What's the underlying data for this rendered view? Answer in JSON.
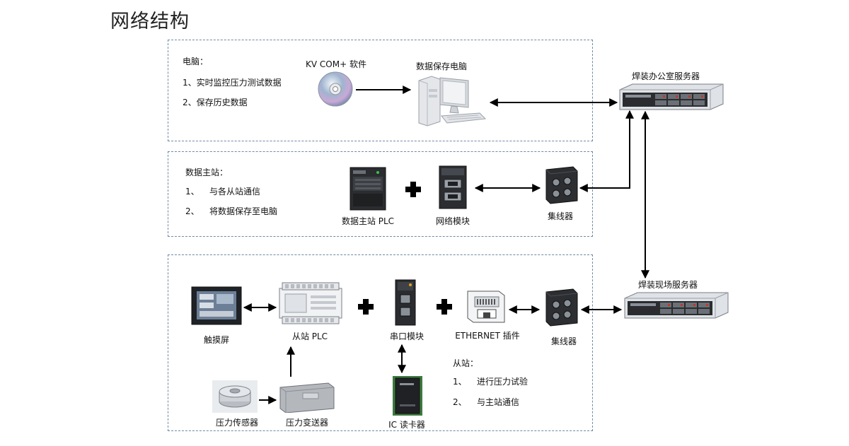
{
  "title": "网络结构",
  "top_box": {
    "heading": "电脑：",
    "items": [
      "1、实时监控压力测试数据",
      "2、保存历史数据"
    ],
    "software_label": "KV COM+ 软件",
    "pc_label": "数据保存电脑"
  },
  "middle_box": {
    "heading": "数据主站：",
    "items": [
      {
        "num": "1、",
        "text": "与各从站通信"
      },
      {
        "num": "2、",
        "text": "将数据保存至电脑"
      }
    ],
    "plc_label": "数据主站 PLC",
    "network_module_label": "网络模块",
    "hub_label": "集线器"
  },
  "bottom_box": {
    "touch_label": "触摸屏",
    "plc_label": "从站 PLC",
    "serial_label": "串口模块",
    "ethernet_label": "ETHERNET 插件",
    "hub_label": "集线器",
    "sensor_label": "压力传感器",
    "transmitter_label": "压力变送器",
    "ic_label": "IC 读卡器",
    "slave_heading": "从站：",
    "slave_items": [
      {
        "num": "1、",
        "text": "进行压力试验"
      },
      {
        "num": "2、",
        "text": "与主站通信"
      }
    ]
  },
  "servers": {
    "office_label": "焊装办公室服务器",
    "site_label": "焊装现场服务器"
  }
}
